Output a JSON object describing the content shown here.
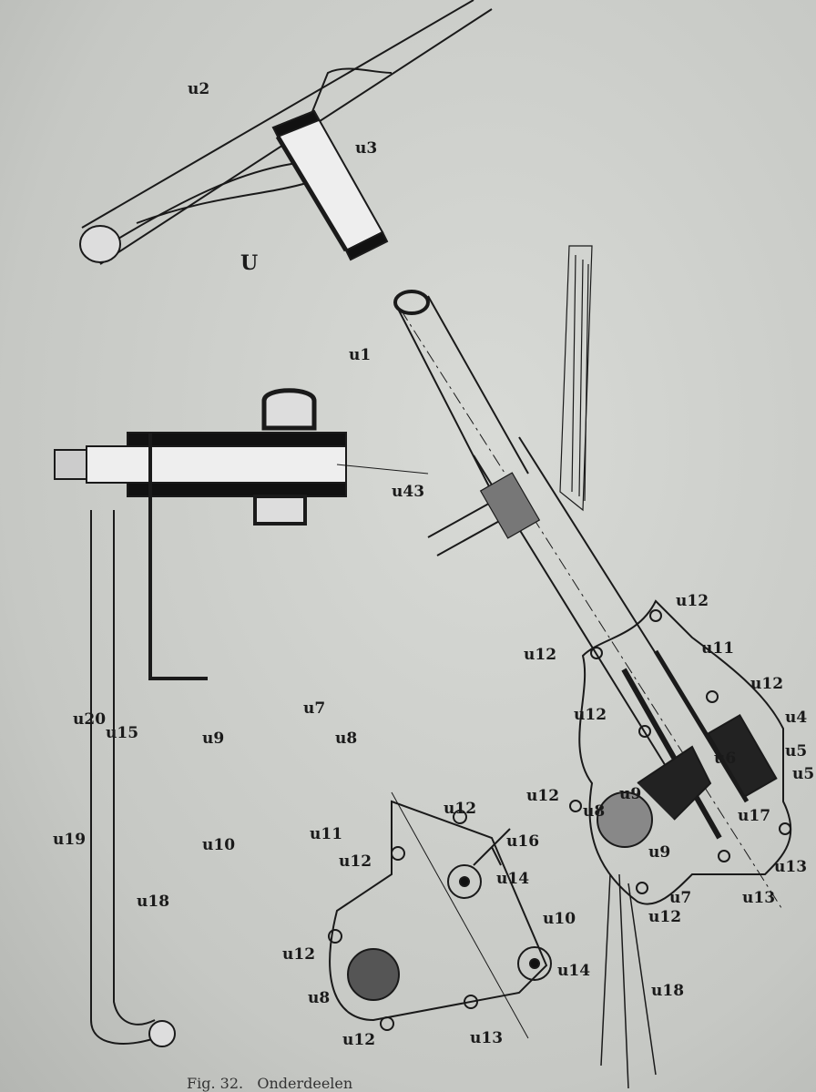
{
  "caption": "Fig. 32.   Onderdeelen",
  "labels": {
    "U": "U",
    "u1": "u1",
    "u2": "u2",
    "u3": "u3",
    "u4": "u4",
    "u5": "u5",
    "u6": "u6",
    "u7": "u7",
    "u8": "u8",
    "u9": "u9",
    "u10": "u10",
    "u11": "u11",
    "u12": "u12",
    "u13": "u13",
    "u14": "u14",
    "u15": "u15",
    "u16": "u16",
    "u17": "u17",
    "u18": "u18",
    "u19": "u19",
    "u20": "u20",
    "u43": "u43"
  }
}
